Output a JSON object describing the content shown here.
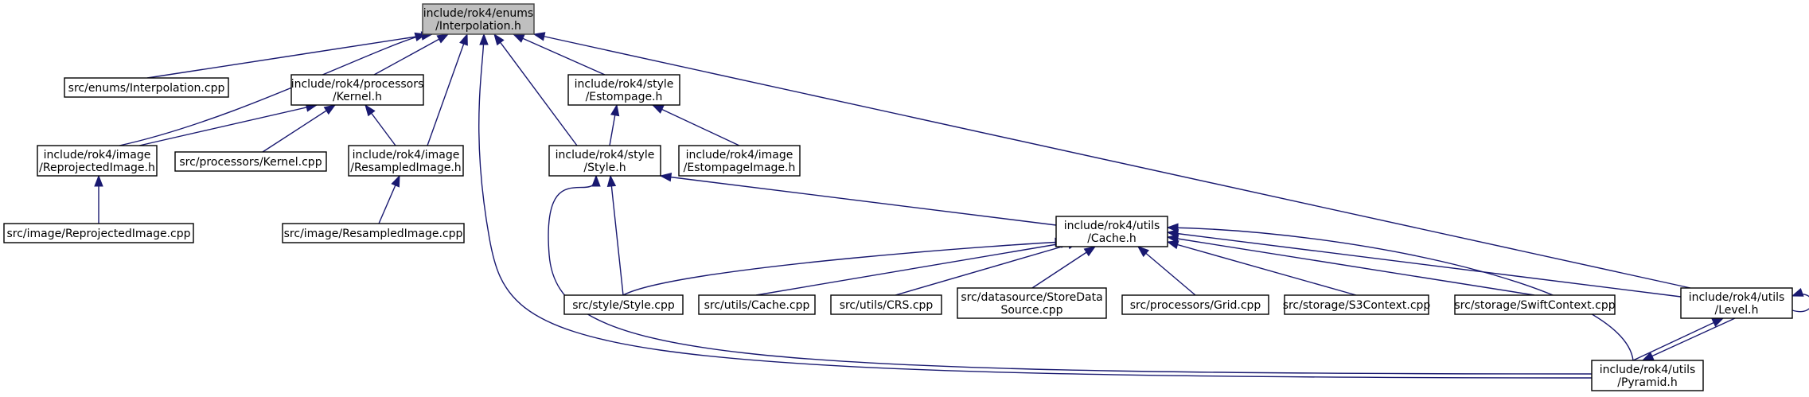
{
  "graph": {
    "nodes": {
      "interp_h": {
        "lines": [
          "include/rok4/enums",
          "/Interpolation.h"
        ],
        "root": true
      },
      "interp_cpp": {
        "lines": [
          "src/enums/Interpolation.cpp"
        ]
      },
      "kernel_h": {
        "lines": [
          "include/rok4/processors",
          "/Kernel.h"
        ]
      },
      "estompage_h": {
        "lines": [
          "include/rok4/style",
          "/Estompage.h"
        ]
      },
      "reprojected_h": {
        "lines": [
          "include/rok4/image",
          "/ReprojectedImage.h"
        ]
      },
      "kernel_cpp": {
        "lines": [
          "src/processors/Kernel.cpp"
        ]
      },
      "resampled_h": {
        "lines": [
          "include/rok4/image",
          "/ResampledImage.h"
        ]
      },
      "style_h": {
        "lines": [
          "include/rok4/style",
          "/Style.h"
        ]
      },
      "estompageimage_h": {
        "lines": [
          "include/rok4/image",
          "/EstompageImage.h"
        ]
      },
      "reprojected_cpp": {
        "lines": [
          "src/image/ReprojectedImage.cpp"
        ]
      },
      "resampled_cpp": {
        "lines": [
          "src/image/ResampledImage.cpp"
        ]
      },
      "cache_h": {
        "lines": [
          "include/rok4/utils",
          "/Cache.h"
        ]
      },
      "style_cpp": {
        "lines": [
          "src/style/Style.cpp"
        ]
      },
      "cache_cpp": {
        "lines": [
          "src/utils/Cache.cpp"
        ]
      },
      "crs_cpp": {
        "lines": [
          "src/utils/CRS.cpp"
        ]
      },
      "storedatasource_cpp": {
        "lines": [
          "src/datasource/StoreData",
          "Source.cpp"
        ]
      },
      "grid_cpp": {
        "lines": [
          "src/processors/Grid.cpp"
        ]
      },
      "s3context_cpp": {
        "lines": [
          "src/storage/S3Context.cpp"
        ]
      },
      "swiftcontext_cpp": {
        "lines": [
          "src/storage/SwiftContext.cpp"
        ]
      },
      "level_h": {
        "lines": [
          "include/rok4/utils",
          "/Level.h"
        ]
      },
      "pyramid_h": {
        "lines": [
          "include/rok4/utils",
          "/Pyramid.h"
        ]
      }
    },
    "edges": [
      {
        "from": "interp_cpp",
        "to": "interp_h"
      },
      {
        "from": "kernel_h",
        "to": "interp_h"
      },
      {
        "from": "reprojected_h",
        "to": "interp_h"
      },
      {
        "from": "resampled_h",
        "to": "interp_h"
      },
      {
        "from": "estompage_h",
        "to": "interp_h"
      },
      {
        "from": "style_h",
        "to": "interp_h"
      },
      {
        "from": "pyramid_h",
        "to": "interp_h"
      },
      {
        "from": "level_h",
        "to": "interp_h"
      },
      {
        "from": "reprojected_h",
        "to": "kernel_h"
      },
      {
        "from": "kernel_cpp",
        "to": "kernel_h"
      },
      {
        "from": "resampled_h",
        "to": "kernel_h"
      },
      {
        "from": "style_h",
        "to": "estompage_h"
      },
      {
        "from": "estompageimage_h",
        "to": "estompage_h"
      },
      {
        "from": "reprojected_cpp",
        "to": "reprojected_h"
      },
      {
        "from": "resampled_cpp",
        "to": "resampled_h"
      },
      {
        "from": "style_cpp",
        "to": "style_h"
      },
      {
        "from": "cache_h",
        "to": "style_h"
      },
      {
        "from": "pyramid_h",
        "to": "style_h"
      },
      {
        "from": "style_cpp",
        "to": "cache_h"
      },
      {
        "from": "cache_cpp",
        "to": "cache_h"
      },
      {
        "from": "crs_cpp",
        "to": "cache_h"
      },
      {
        "from": "storedatasource_cpp",
        "to": "cache_h"
      },
      {
        "from": "grid_cpp",
        "to": "cache_h"
      },
      {
        "from": "s3context_cpp",
        "to": "cache_h"
      },
      {
        "from": "swiftcontext_cpp",
        "to": "cache_h"
      },
      {
        "from": "level_h",
        "to": "cache_h"
      },
      {
        "from": "pyramid_h",
        "to": "cache_h"
      },
      {
        "from": "level_h",
        "to": "level_h"
      },
      {
        "from": "pyramid_h",
        "to": "level_h"
      },
      {
        "from": "level_h",
        "to": "pyramid_h"
      }
    ]
  }
}
